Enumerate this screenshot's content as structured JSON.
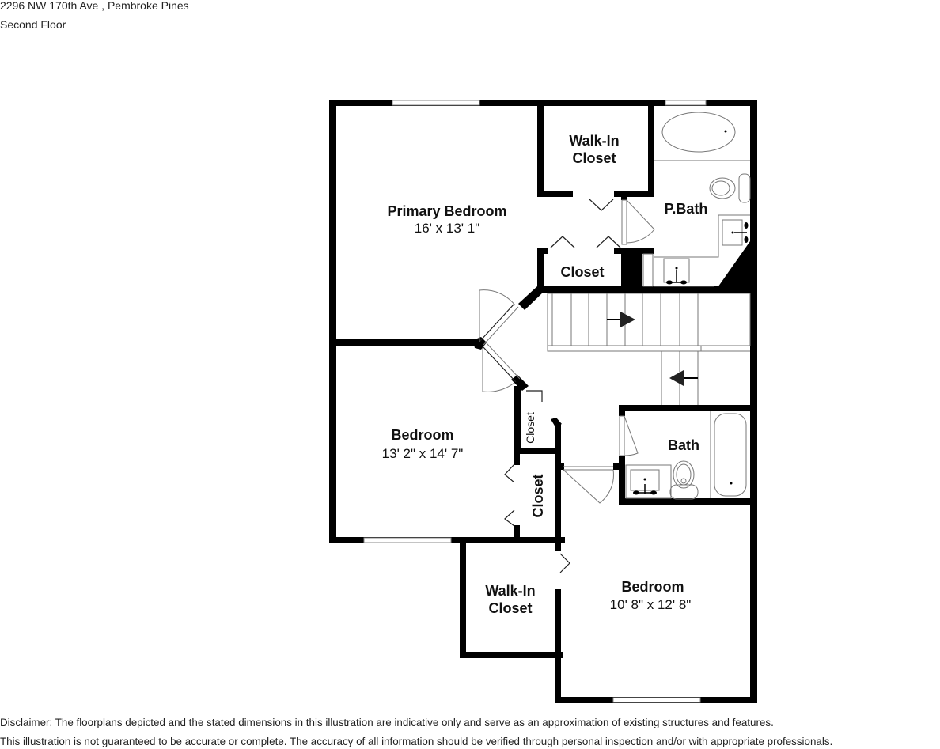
{
  "header": {
    "address": "2296 NW 170th Ave , Pembroke Pines",
    "floor": "Second Floor"
  },
  "rooms": {
    "primary_bedroom": {
      "name": "Primary Bedroom",
      "dimensions": "16' x 13' 1\""
    },
    "walk_in_closet_primary": {
      "name_line1": "Walk-In",
      "name_line2": "Closet"
    },
    "primary_closet": {
      "name": "Closet"
    },
    "primary_bath": {
      "name": "P.Bath"
    },
    "bedroom_2": {
      "name": "Bedroom",
      "dimensions": "13' 2\" x 14' 7\""
    },
    "hall_closet": {
      "name": "Closet"
    },
    "bedroom_2_closet": {
      "name": "Closet"
    },
    "bath": {
      "name": "Bath"
    },
    "walk_in_closet_bedroom_3": {
      "name_line1": "Walk-In",
      "name_line2": "Closet"
    },
    "bedroom_3": {
      "name": "Bedroom",
      "dimensions": "10' 8\" x 12' 8\""
    }
  },
  "icons": {
    "stairs_up_arrow": "arrow-right",
    "stairs_down_arrow": "arrow-left"
  },
  "colors": {
    "wall": "#000000",
    "fixture_line": "#777777",
    "background": "#ffffff"
  },
  "disclaimer": {
    "line1": "Disclaimer: The floorplans depicted and the stated dimensions in this illustration are indicative only and serve as an approximation of existing structures and features.",
    "line2": "This illustration is not guaranteed to be accurate or complete. The accuracy of all information should be verified through personal inspection and/or with appropriate professionals."
  }
}
